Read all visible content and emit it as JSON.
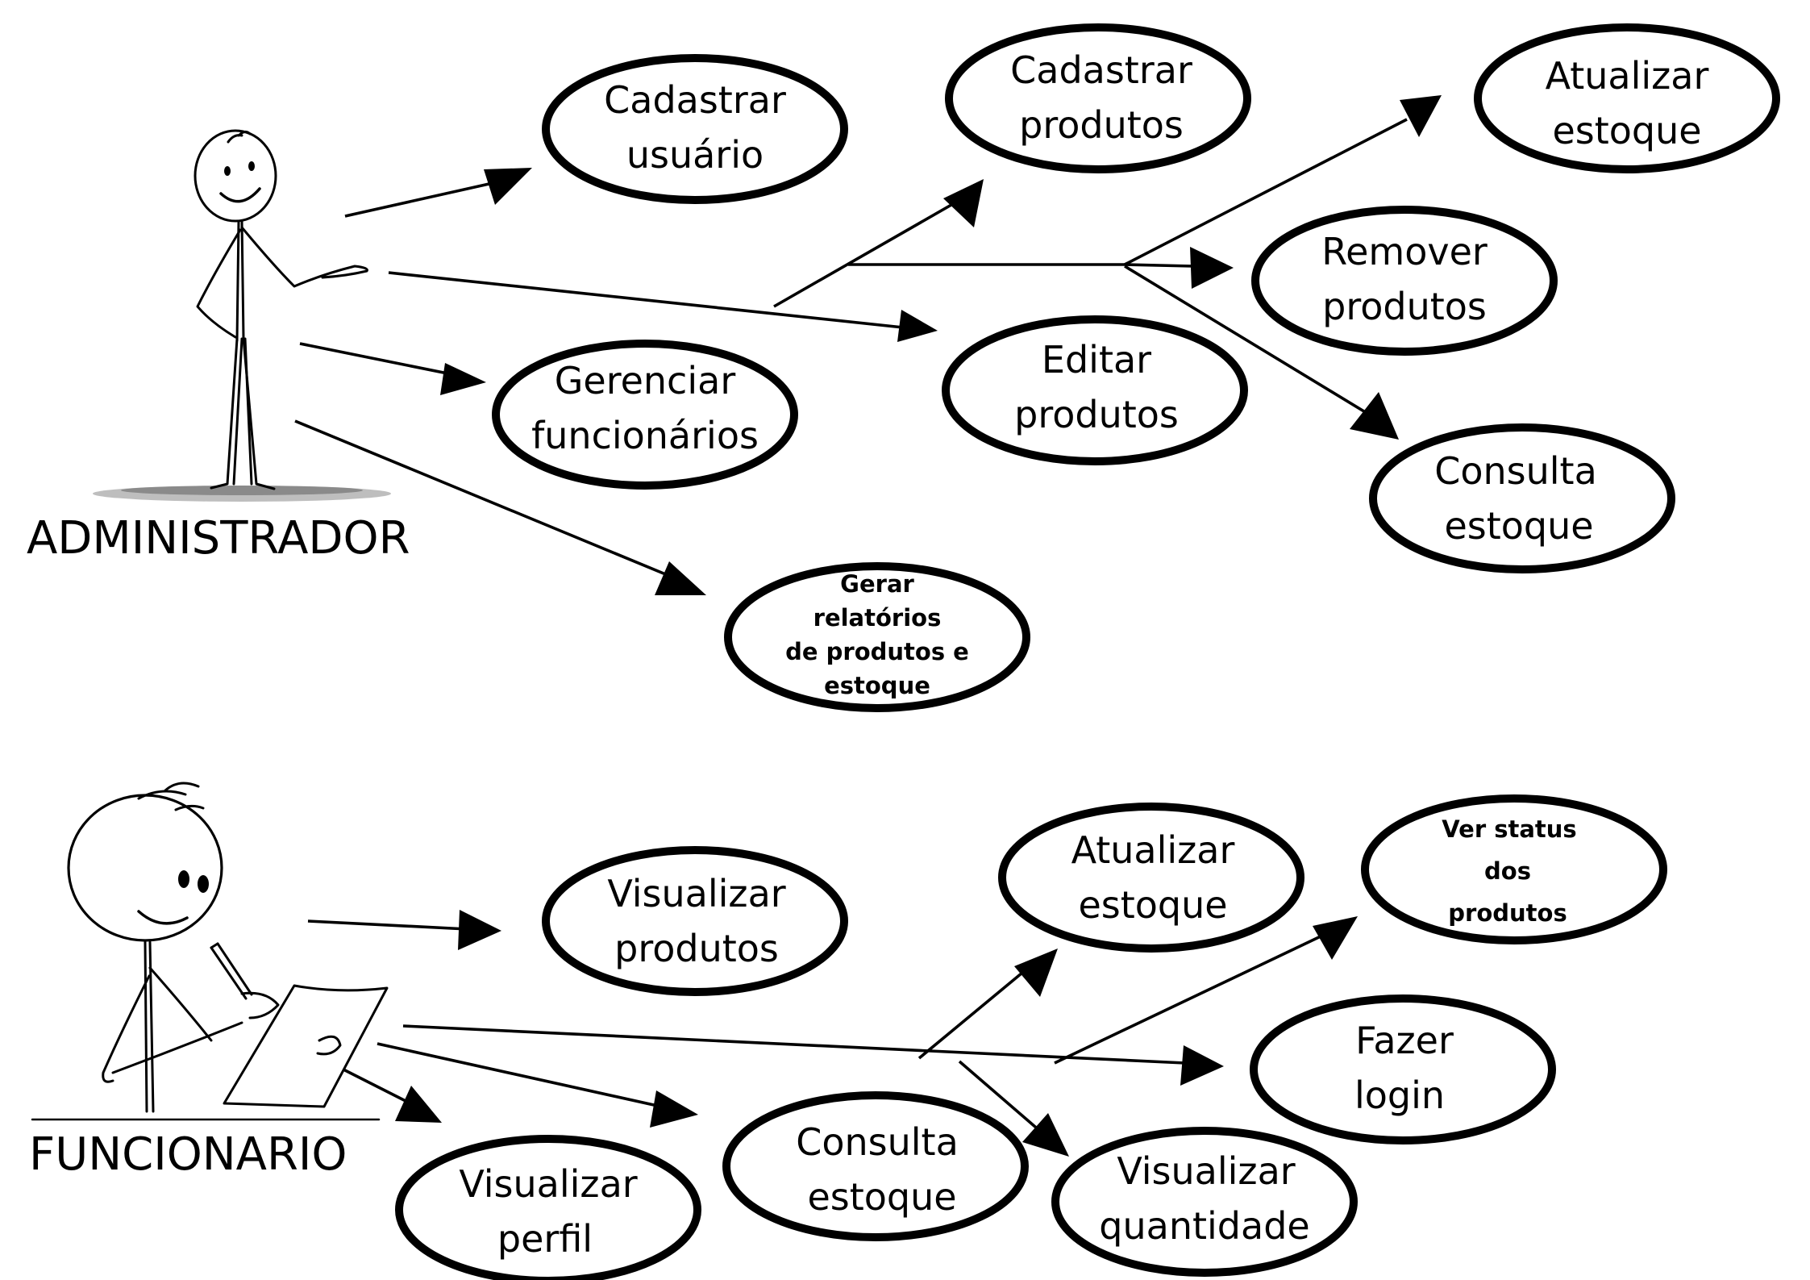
{
  "actors": {
    "admin": {
      "label": "ADMINISTRADOR"
    },
    "employee": {
      "label": "FUNCIONARIO"
    }
  },
  "use_cases": {
    "cadastrar_usuario": {
      "lines": [
        "Cadastrar",
        "usuário"
      ]
    },
    "cadastrar_produtos": {
      "lines": [
        "Cadastrar",
        "produtos"
      ]
    },
    "atualizar_estoque_admin": {
      "lines": [
        "Atualizar",
        "estoque"
      ]
    },
    "remover_produtos": {
      "lines": [
        "Remover",
        "produtos"
      ]
    },
    "editar_produtos": {
      "lines": [
        "Editar",
        "produtos"
      ]
    },
    "gerenciar_funcionarios": {
      "lines": [
        "Gerenciar",
        "funcionários"
      ]
    },
    "consulta_estoque_admin": {
      "lines": [
        "Consulta",
        "estoque"
      ]
    },
    "gerar_relatorios": {
      "lines": [
        "Gerar",
        "relatórios",
        "de produtos e",
        "estoque"
      ]
    },
    "visualizar_produtos": {
      "lines": [
        "Visualizar",
        "produtos"
      ]
    },
    "atualizar_estoque_func": {
      "lines": [
        "Atualizar",
        "estoque"
      ]
    },
    "ver_status": {
      "lines": [
        "Ver status",
        "dos",
        "produtos"
      ]
    },
    "fazer_login": {
      "lines": [
        "Fazer",
        "login"
      ]
    },
    "consulta_estoque_func": {
      "lines": [
        "Consulta",
        "estoque"
      ]
    },
    "visualizar_quantidade": {
      "lines": [
        "Visualizar",
        "quantidade"
      ]
    },
    "visualizar_perfil": {
      "lines": [
        "Visualizar",
        "perfil"
      ]
    }
  }
}
